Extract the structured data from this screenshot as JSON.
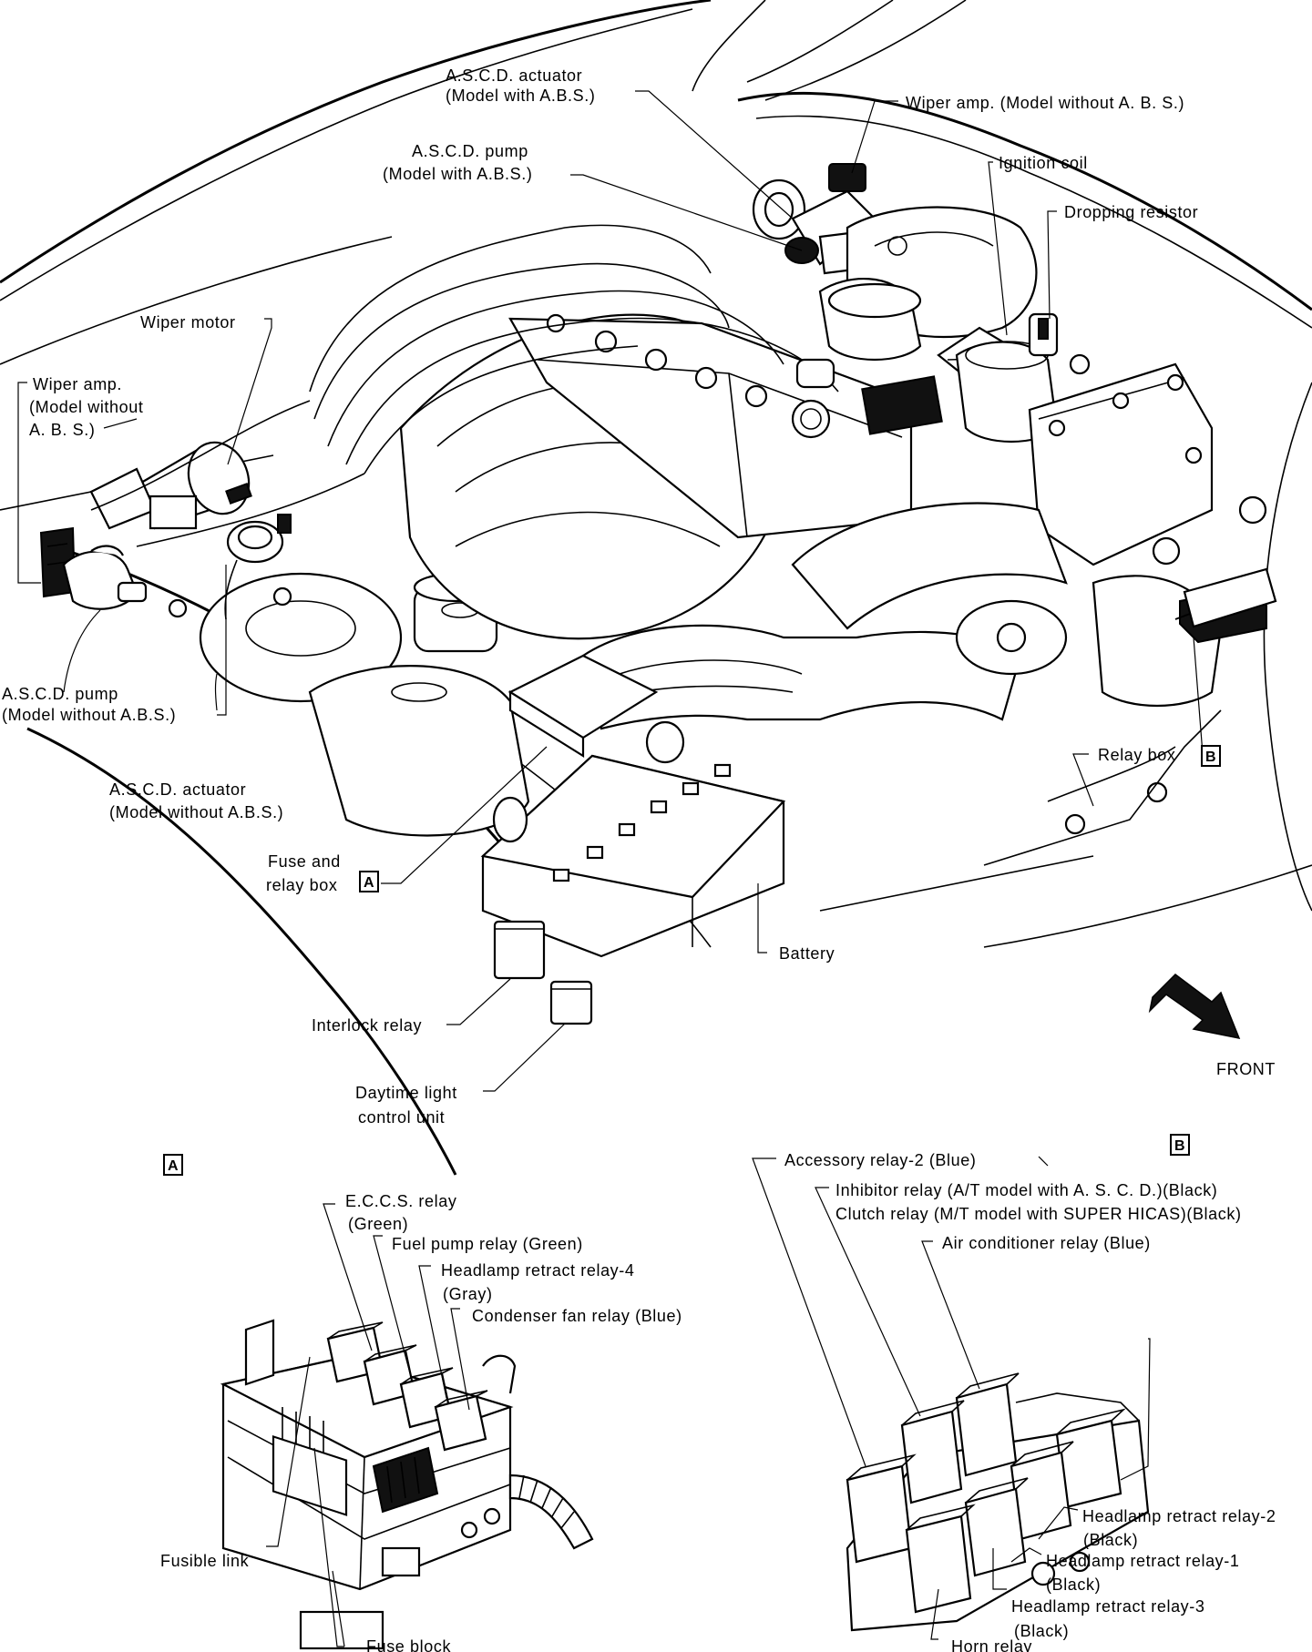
{
  "labels": {
    "ascd_actuator_abs_1": "A.S.C.D. actuator",
    "ascd_actuator_abs_2": "(Model with A.B.S.)",
    "ascd_pump_abs_1": "A.S.C.D. pump",
    "ascd_pump_abs_2": "(Model with A.B.S.)",
    "wiper_amp_noabs_top": "Wiper amp. (Model without A. B. S.)",
    "ignition_coil": "Ignition coil",
    "dropping_resistor": "Dropping resistor",
    "wiper_motor": "Wiper motor",
    "wiper_amp_left_1": "Wiper amp.",
    "wiper_amp_left_2": "(Model without",
    "wiper_amp_left_3": "A. B. S.)",
    "ascd_pump_noabs_1": "A.S.C.D. pump",
    "ascd_pump_noabs_2": "(Model without A.B.S.)",
    "ascd_actuator_noabs_1": "A.S.C.D. actuator",
    "ascd_actuator_noabs_2": "(Model without A.B.S.)",
    "fuse_relay_box_1": "Fuse and",
    "fuse_relay_box_2": "relay box",
    "relay_box": "Relay box",
    "battery": "Battery",
    "interlock_relay": "Interlock relay",
    "daytime_light_1": "Daytime light",
    "daytime_light_2": "control unit",
    "front": "FRONT",
    "box_a": "A",
    "box_b": "B",
    "eccs_relay_1": "E.C.C.S. relay",
    "eccs_relay_2": "(Green)",
    "fuel_pump_relay": "Fuel pump relay (Green)",
    "headlamp_retract_4_1": "Headlamp retract relay-4",
    "headlamp_retract_4_2": "(Gray)",
    "condenser_fan_relay": "Condenser fan relay (Blue)",
    "fusible_link": "Fusible link",
    "fuse_block": "Fuse block",
    "accessory_relay_2": "Accessory relay-2 (Blue)",
    "inhibitor_relay": "Inhibitor relay (A/T model with A. S. C. D.)(Black)",
    "clutch_relay": "Clutch relay (M/T model with SUPER HICAS)(Black)",
    "air_conditioner_relay": "Air conditioner relay (Blue)",
    "headlamp_retract_2_1": "Headlamp retract relay-2",
    "headlamp_retract_2_2": "(Black)",
    "headlamp_retract_1_1": "Headlamp retract relay-1",
    "headlamp_retract_1_2": "(Black)",
    "headlamp_retract_3_1": "Headlamp retract relay-3",
    "headlamp_retract_3_2": "(Black)",
    "horn_relay": "Horn relay"
  }
}
